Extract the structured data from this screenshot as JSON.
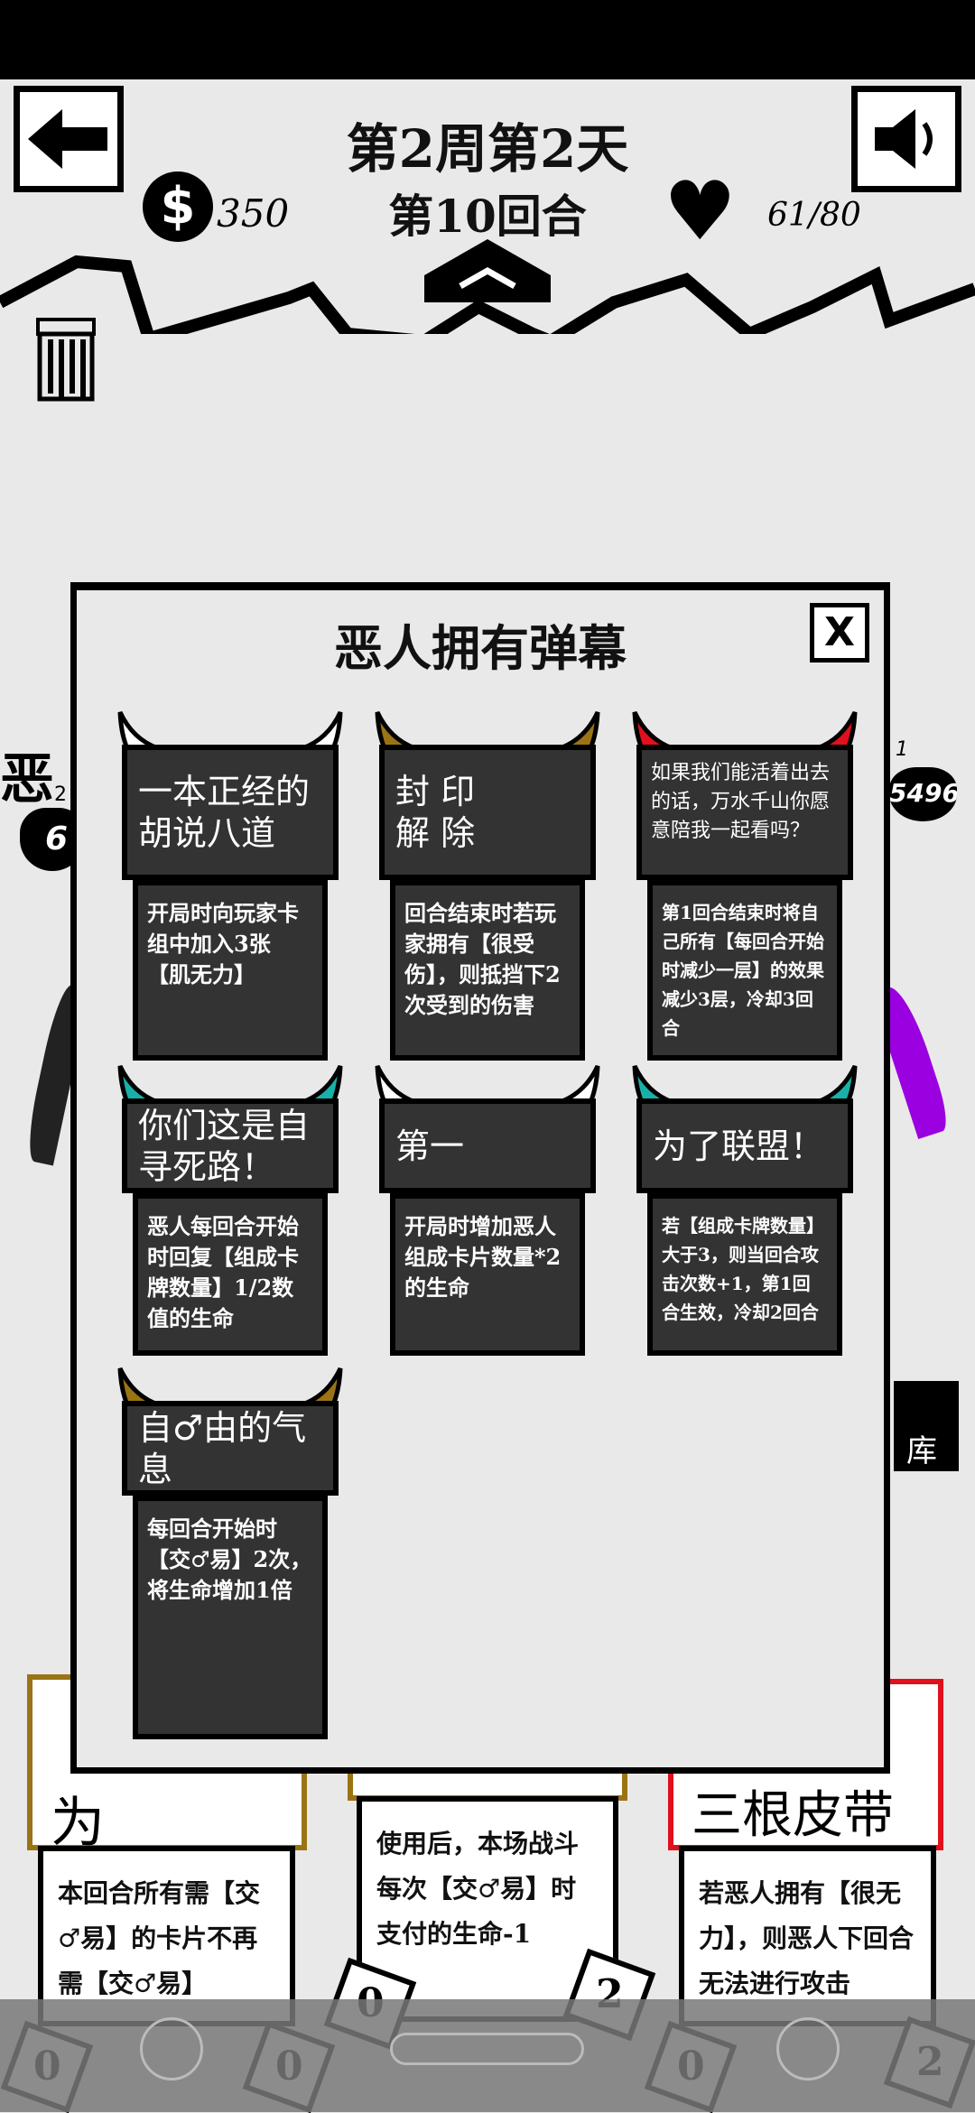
{
  "hud": {
    "week_day": "第2周第2天",
    "round": "第10回合",
    "money": "350",
    "hp": "61/80",
    "coin_symbol": "$"
  },
  "enemy_left": {
    "hp_partial": "6",
    "label_partial": "2"
  },
  "enemy_right": {
    "hp_partial": "5496",
    "label_partial": "1",
    "tag_partial": "库"
  },
  "modal": {
    "title": "恶人拥有弹幕",
    "close_label": "X",
    "cards": [
      {
        "name": "一本正经的胡说八道",
        "desc": "开局时向玩家卡组中加入3张【肌无力】",
        "horn": "#ffffff"
      },
      {
        "name": "封 印\n解 除",
        "desc": "回合结束时若玩家拥有【很受伤】，则抵挡下2次受到的伤害",
        "horn": "#9a7414"
      },
      {
        "name": "如果我们能活着出去的话，万水千山你愿意陪我一起看吗？",
        "desc": "第1回合结束时将自己所有【每回合开始时减少一层】的效果减少3层，冷却3回合",
        "horn": "#e0101c"
      },
      {
        "name": "你们这是自寻死路！",
        "desc": "恶人每回合开始时回复【组成卡牌数量】1/2数值的生命",
        "horn": "#1ab0a8"
      },
      {
        "name": "第一",
        "desc": "开局时增加恶人组成卡片数量*2的生命",
        "horn": "#ffffff"
      },
      {
        "name": "为了联盟！",
        "desc": "若【组成卡牌数量】大于3，则当回合攻击次数+1，第1回合生效，冷却2回合",
        "horn": "#1ab0a8"
      },
      {
        "name": "自♂由的气息",
        "desc": "每回合开始时【交♂易】2次，将生命增加1倍",
        "horn": "#9a7414"
      }
    ]
  },
  "hand": [
    {
      "title": "为",
      "desc": "本回合所有需【交♂易】的卡片不再需【交♂易】",
      "cost": "0",
      "value": "0",
      "color": "#9a7414"
    },
    {
      "title": "",
      "desc": "使用后，本场战斗每次【交♂易】时支付的生命-1",
      "cost": "0",
      "value": "2",
      "color": "#9a7414"
    },
    {
      "title": "三根皮带",
      "desc": "若恶人拥有【很无力】，则恶人下回合无法进行攻击",
      "cost": "0",
      "value": "2",
      "color": "#e0101c"
    }
  ]
}
